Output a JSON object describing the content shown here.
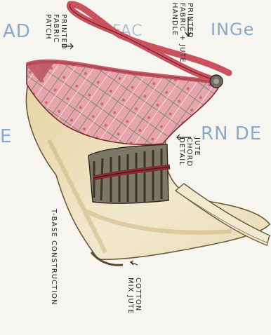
{
  "background_text": {
    "top_left": "AD",
    "top_mid": "FAC",
    "top_right": "INGe",
    "mid_left": "E",
    "mid_right": "RN DE"
  },
  "annotations": {
    "handle": "PRINTED FABRIC + JUTE HANDLE",
    "fabric": "PRINTED FABRIC PATCH",
    "cord": "JUTE CHORD DETAIL",
    "base": "T-BASE CONSTRUCTION",
    "material": "COTTON MIX JUTE"
  },
  "colors": {
    "paper": "#f7f5f0",
    "jute_body": "#e8dcb0",
    "fabric_pink": "#d8848c",
    "handle_red": "#c9525e",
    "check_green": "#4f8a6a",
    "cord_dark": "#4a4438",
    "bg_text_blue": "#2f6ea8"
  }
}
